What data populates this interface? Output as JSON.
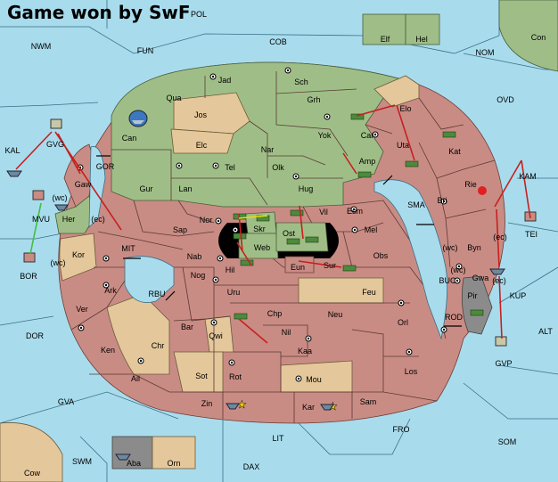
{
  "header": {
    "title": "Game won by SwF",
    "subtitle": "POL"
  },
  "provinces": {
    "NWM": "NWM",
    "FUN": "FUN",
    "COB": "COB",
    "NOM": "NOM",
    "Con": "Con",
    "Elf": "Elf",
    "Hel": "Hel",
    "OVD": "OVD",
    "KAL": "KAL",
    "GVG": "GVG",
    "GOR": "GOR",
    "Gaw": "Gaw",
    "Jad": "Jad",
    "Sch": "Sch",
    "Qua": "Qua",
    "Jos": "Jos",
    "Grh": "Grh",
    "Can": "Can",
    "Elc": "Elc",
    "Nar": "Nar",
    "Yok": "Yok",
    "Car": "Car",
    "Elo": "Elo",
    "Uta": "Uta",
    "Kat": "Kat",
    "Tel": "Tel",
    "Olk": "Olk",
    "Amp": "Amp",
    "KAM": "KAM",
    "Gur": "Gur",
    "Lan": "Lan",
    "Hug": "Hug",
    "Bri": "Bri",
    "Rie": "Rie",
    "SMA": "SMA",
    "MVU": "MVU",
    "wc1": "(wc)",
    "Her": "Her",
    "ec1": "(ec)",
    "Nor": "Nor",
    "Skr": "Skr",
    "Vil": "Vil",
    "Esm": "Esm",
    "TEI": "TEI",
    "Sap": "Sap",
    "Ost": "Ost",
    "Web": "Web",
    "Mel": "Mel",
    "ec2": "(ec)",
    "Kor": "Kor",
    "MIT": "MIT",
    "Byn": "Byn",
    "wc2": "(wc)",
    "BOR": "BOR",
    "wc3": "(wc)",
    "Nab": "Nab",
    "Hil": "Hil",
    "Eun": "Eun",
    "Sur": "Sur",
    "Obs": "Obs",
    "wc4": "(wc)",
    "Gwa": "Gwa",
    "KUP": "KUP",
    "Ark": "Ark",
    "RBU": "RBU",
    "Nog": "Nog",
    "Uru": "Uru",
    "Feu": "Feu",
    "BUC": "BUC",
    "ec3": "(ec)",
    "Pir": "Pir",
    "Ver": "Ver",
    "Chp": "Chp",
    "Neu": "Neu",
    "Orl": "Orl",
    "DOR": "DOR",
    "Bar": "Bar",
    "Qwi": "Qwi",
    "Nil": "Nil",
    "ROD": "ROD",
    "ALT": "ALT",
    "Ken": "Ken",
    "Chr": "Chr",
    "Kaa": "Kaa",
    "GVP": "GVP",
    "Sot": "Sot",
    "Rot": "Rot",
    "Ail": "Ail",
    "Mou": "Mou",
    "Los": "Los",
    "GVA": "GVA",
    "Zin": "Zin",
    "Kar": "Kar",
    "Sam": "Sam",
    "FRO": "FRO",
    "LIT": "LIT",
    "SOM": "SOM",
    "SWM": "SWM",
    "Aba": "Aba",
    "Orn": "Orn",
    "Cow": "Cow",
    "DAX": "DAX"
  },
  "colors": {
    "sea": "#a8dced",
    "green": "#9fbe87",
    "red": "#c98c84",
    "tan": "#e4c79a",
    "gray": "#8b8b8b",
    "order_arrow": "#c62020"
  }
}
